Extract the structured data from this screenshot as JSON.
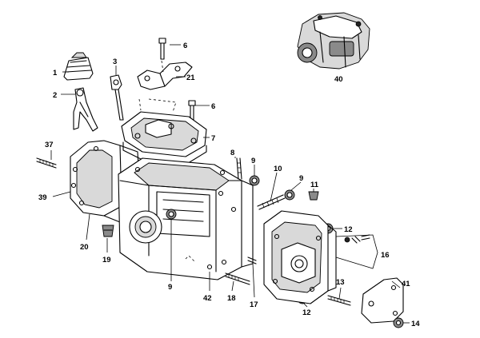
{
  "callouts": {
    "c1": "1",
    "c2": "2",
    "c3": "3",
    "c6a": "6",
    "c6b": "6",
    "c7": "7",
    "c8": "8",
    "c9a": "9",
    "c9b": "9",
    "c9c": "9",
    "c10": "10",
    "c11": "11",
    "c12a": "12",
    "c12b": "12",
    "c13": "13",
    "c14": "14",
    "c16": "16",
    "c17": "17",
    "c18": "18",
    "c19": "19",
    "c20": "20",
    "c21": "21",
    "c37": "37",
    "c39": "39",
    "c40": "40",
    "c41": "41",
    "c42": "42"
  }
}
